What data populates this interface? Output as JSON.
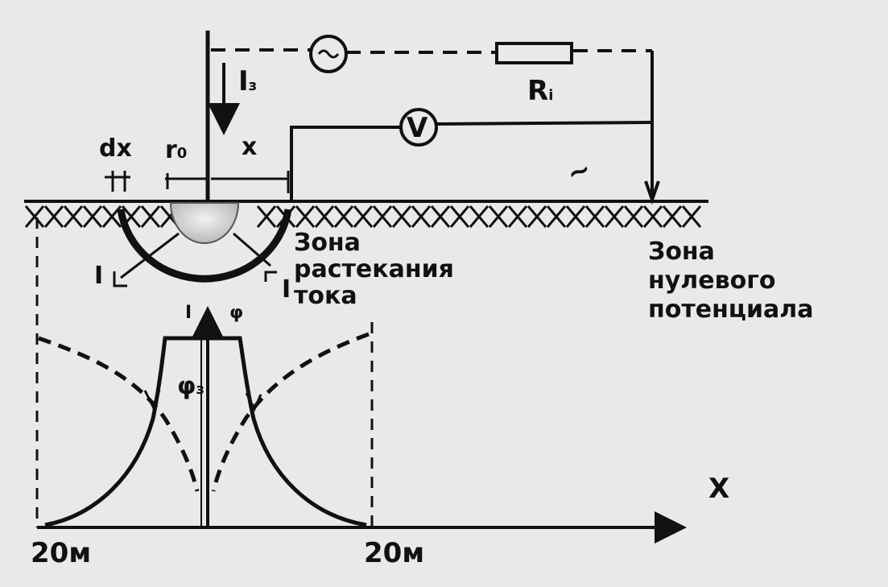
{
  "labels": {
    "current_source": "I",
    "current_source_sub": "з",
    "resistor": "R",
    "resistor_sub": "i",
    "dx": "dx",
    "r0": "r",
    "r0_sub": "0",
    "x": "x",
    "ac_symbol": "~",
    "generator_symbol": "~",
    "voltmeter": "V",
    "spreading_zone": [
      "Зона",
      "растекания",
      "тока"
    ],
    "zero_potential_zone": [
      "Зона",
      "нулевого",
      "потенциала"
    ],
    "current_I_left": "I",
    "current_I_right": "I",
    "current_I_center": "I",
    "phi": "φ",
    "phi_s": "φ",
    "phi_s_sub": "з",
    "x_axis": "X",
    "dist_left": "20м",
    "dist_right": "20м"
  },
  "colors": {
    "background": "#e9e9e9",
    "ink": "#111111",
    "electrode_fill": "#cfcfcf"
  }
}
